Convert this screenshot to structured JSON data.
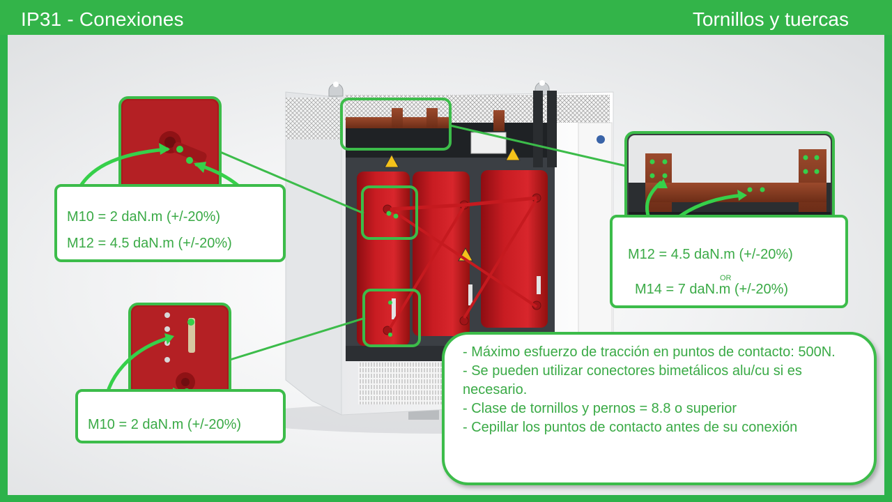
{
  "header": {
    "title_left": "IP31 - Conexiones",
    "title_right": "Tornillos y tuercas"
  },
  "callouts": {
    "upper_left": {
      "line1": "M10 = 2 daN.m (+/-20%)",
      "line2": "M12 = 4.5 daN.m (+/-20%)"
    },
    "lower_left": {
      "line1": "M10 = 2 daN.m (+/-20%)"
    },
    "right": {
      "line1": "M12 = 4.5 daN.m (+/-20%)",
      "separator": "OR",
      "line2": "M14 = 7 daN.m (+/-20%)"
    }
  },
  "notes": [
    "- Máximo esfuerzo de tracción en puntos de contacto: 500N.",
    "- Se pueden utilizar conectores bimetálicos alu/cu si es necesario.",
    "- Clase de tornillos y pernos = 8.8 o superior",
    "- Cepillar los puntos de contacto antes de su conexión"
  ],
  "colors": {
    "brand_green": "#33b449",
    "callout_text": "#3aaa46",
    "coil_red": "#c4161c"
  }
}
